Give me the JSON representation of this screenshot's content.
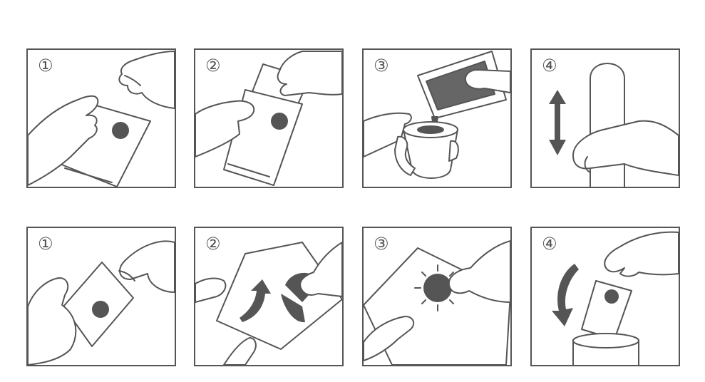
{
  "rows": [
    {
      "steps": [
        "①",
        "②",
        "③",
        "④"
      ]
    },
    {
      "steps": [
        "①",
        "②",
        "③",
        "④"
      ]
    }
  ],
  "colors": {
    "line": "#555555",
    "fill": "#ffffff",
    "dot": "#555555"
  },
  "icons": [
    "hand-icon",
    "sachet-icon",
    "cup-icon",
    "double-arrow-icon",
    "curved-arrow-icon",
    "sun-icon",
    "cylinder-icon",
    "dot-icon"
  ]
}
